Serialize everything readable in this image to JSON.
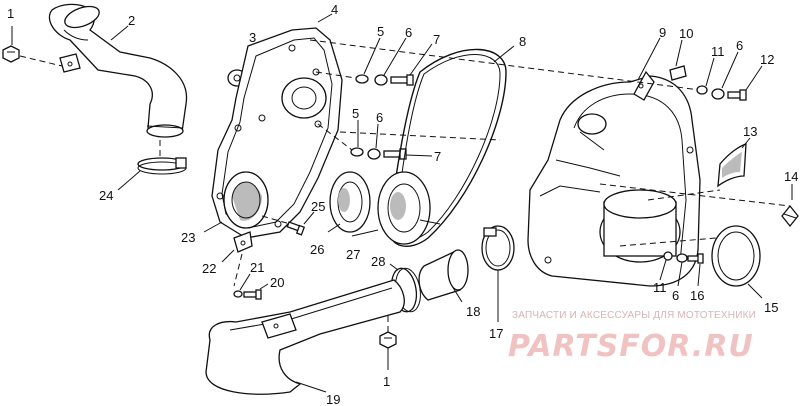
{
  "callouts": [
    {
      "id": "c1a",
      "text": "1"
    },
    {
      "id": "c2",
      "text": "2"
    },
    {
      "id": "c3",
      "text": "3"
    },
    {
      "id": "c4",
      "text": "4"
    },
    {
      "id": "c5a",
      "text": "5"
    },
    {
      "id": "c6a",
      "text": "6"
    },
    {
      "id": "c7a",
      "text": "7"
    },
    {
      "id": "c8",
      "text": "8"
    },
    {
      "id": "c9",
      "text": "9"
    },
    {
      "id": "c10",
      "text": "10"
    },
    {
      "id": "c11a",
      "text": "11"
    },
    {
      "id": "c6b",
      "text": "6"
    },
    {
      "id": "c12",
      "text": "12"
    },
    {
      "id": "c5b",
      "text": "5"
    },
    {
      "id": "c6c",
      "text": "6"
    },
    {
      "id": "c7b",
      "text": "7"
    },
    {
      "id": "c13",
      "text": "13"
    },
    {
      "id": "c14",
      "text": "14"
    },
    {
      "id": "c24",
      "text": "24"
    },
    {
      "id": "c23",
      "text": "23"
    },
    {
      "id": "c25",
      "text": "25"
    },
    {
      "id": "c26",
      "text": "26"
    },
    {
      "id": "c27",
      "text": "27"
    },
    {
      "id": "c22",
      "text": "22"
    },
    {
      "id": "c21",
      "text": "21"
    },
    {
      "id": "c20",
      "text": "20"
    },
    {
      "id": "c28",
      "text": "28"
    },
    {
      "id": "c11b",
      "text": "11"
    },
    {
      "id": "c6d",
      "text": "6"
    },
    {
      "id": "c16",
      "text": "16"
    },
    {
      "id": "c15",
      "text": "15"
    },
    {
      "id": "c18",
      "text": "18"
    },
    {
      "id": "c17",
      "text": "17"
    },
    {
      "id": "c1b",
      "text": "1"
    },
    {
      "id": "c19",
      "text": "19"
    }
  ],
  "watermark": {
    "tagline": "ЗАПЧАСТИ И АКСЕССУАРЫ ДЛЯ МОТОТЕХНИКИ",
    "logo": "PARTSFOR.RU"
  }
}
